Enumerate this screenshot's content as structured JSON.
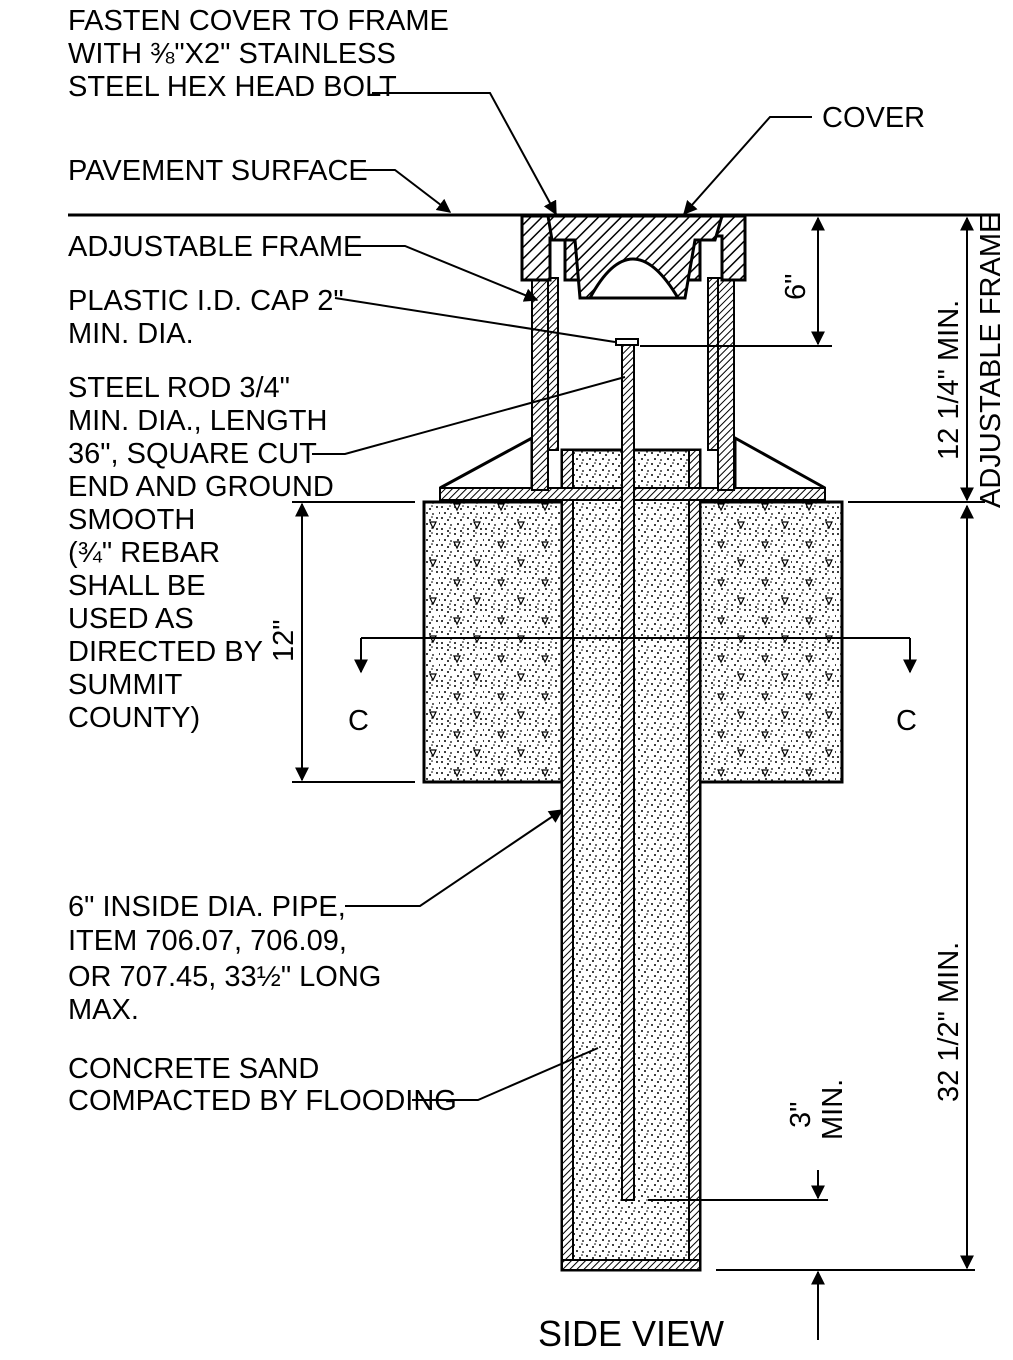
{
  "notes": {
    "fasten": [
      "FASTEN COVER TO FRAME",
      "WITH ⅜\"X2\" STAINLESS",
      "STEEL HEX HEAD BOLT"
    ],
    "cover": "COVER",
    "pavement": "PAVEMENT SURFACE",
    "frame": "ADJUSTABLE FRAME",
    "cap": [
      "PLASTIC I.D. CAP 2\"",
      "MIN. DIA."
    ],
    "rod": [
      "STEEL ROD 3/4\"",
      "MIN. DIA., LENGTH",
      "36\", SQUARE CUT",
      "END AND GROUND",
      "SMOOTH",
      "(¾\" REBAR",
      "SHALL BE",
      "USED AS",
      "DIRECTED BY",
      "SUMMIT",
      "COUNTY)"
    ],
    "pipe": [
      "6\" INSIDE DIA. PIPE,",
      "ITEM 706.07, 706.09,",
      "OR 707.45, 33½\" LONG",
      "MAX."
    ],
    "sand": [
      "CONCRETE SAND",
      "COMPACTED BY FLOODING"
    ]
  },
  "dimensions": {
    "cover_depth": "6\"",
    "frame_height": "12 1/4\" MIN.",
    "frame_height_note": "ADJUSTABLE FRAME",
    "collar": "12\"",
    "total": "32 1/2\" MIN.",
    "rod_clearance": "3\"",
    "rod_clearance_note": "MIN."
  },
  "section": {
    "left": "C",
    "right": "C"
  },
  "view_title": "SIDE VIEW",
  "colors": {
    "ink": "#000000",
    "background": "#ffffff"
  }
}
